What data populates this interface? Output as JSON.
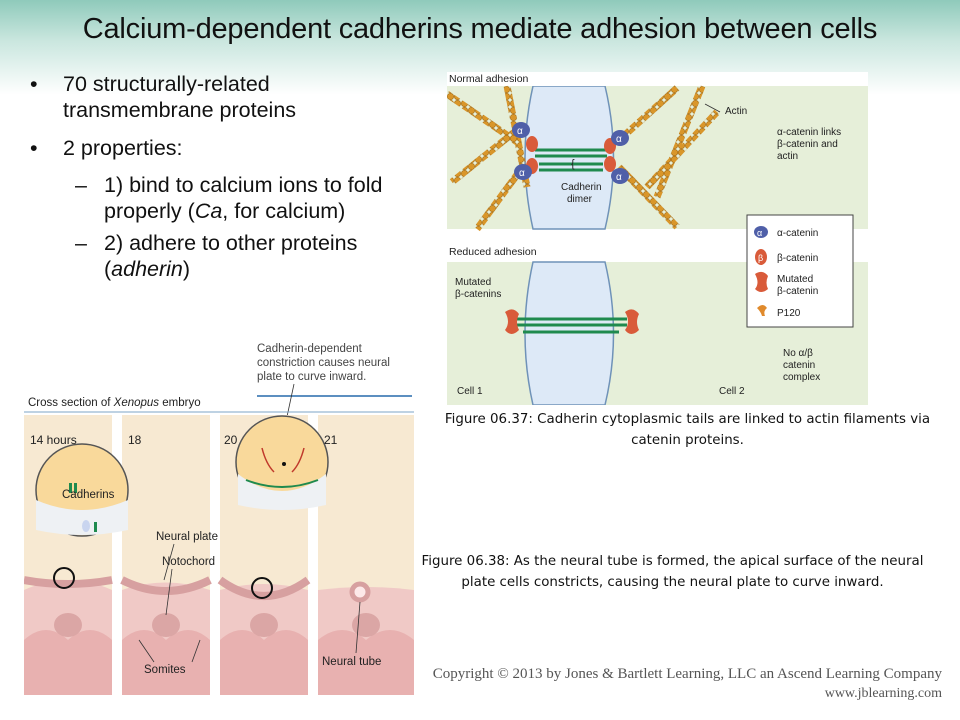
{
  "slide": {
    "title": "Calcium-dependent cadherins mediate adhesion between cells"
  },
  "bullets": [
    {
      "marker": "•",
      "text": "70 structurally-related transmembrane proteins"
    },
    {
      "marker": "•",
      "text": "2 properties:"
    }
  ],
  "sub_bullets": [
    {
      "marker": "–",
      "text_before": "1) bind to calcium ions to fold properly (",
      "italic": "Ca",
      "text_after": ", for calcium)"
    },
    {
      "marker": "–",
      "text_before": "2) adhere to other proteins (",
      "italic": "adherin",
      "text_after": ")"
    }
  ],
  "figure_0637": {
    "panel_normal_label": "Normal adhesion",
    "panel_reduced_label": "Reduced adhesion",
    "actin_label": "Actin",
    "links_label_line1": "α-catenin links",
    "links_label_line2": "β-catenin and",
    "links_label_line3": "actin",
    "dimer_label_line1": "Cadherin",
    "dimer_label_line2": "dimer",
    "mutated_label_line1": "Mutated",
    "mutated_label_line2": "β-catenins",
    "no_complex_line1": "No α/β",
    "no_complex_line2": "catenin",
    "no_complex_line3": "complex",
    "cell1_label": "Cell 1",
    "cell2_label": "Cell 2",
    "alpha_glyph": "α",
    "beta_glyph": "β",
    "legend": {
      "alpha": "α-catenin",
      "beta": "β-catenin",
      "mutated_line1": "Mutated",
      "mutated_line2": "β-catenin",
      "p120": "P120"
    },
    "caption": "Figure 06.37: Cadherin cytoplasmic tails are linked to actin filaments via catenin proteins."
  },
  "figure_0638": {
    "callout_line1": "Cadherin-dependent",
    "callout_line2": "constriction causes neural",
    "callout_line3": "plate to curve inward.",
    "cross_section_prefix": "Cross section of ",
    "cross_section_italic": "Xenopus",
    "cross_section_suffix": " embryo",
    "stages": [
      "14 hours",
      "18",
      "20",
      "21"
    ],
    "cadherins_label": "Cadherins",
    "neural_plate_label": "Neural plate",
    "notochord_label": "Notochord",
    "somites_label": "Somites",
    "neural_tube_label": "Neural tube",
    "caption": "Figure 06.38: As the neural tube is formed, the apical surface of the neural plate cells constricts, causing the neural plate to curve inward."
  },
  "copyright": {
    "line1": "Copyright © 2013 by Jones & Bartlett Learning, LLC an Ascend Learning Company",
    "line2": "www.jblearning.com"
  },
  "colors": {
    "actin": "#d9962a",
    "alpha_catenin": "#4f5fa8",
    "beta_catenin": "#d95b3a",
    "cadherin": "#1f8a4e",
    "cytoplasm": "#e5efd6",
    "gap": "#dce9f6",
    "embryo_bg": "#f6e7ce",
    "somite": "#e9b6b6"
  }
}
